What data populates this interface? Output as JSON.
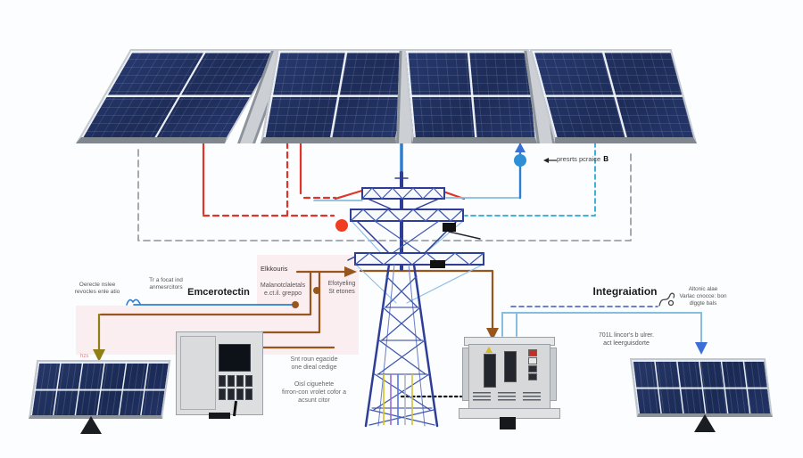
{
  "figure": {
    "type": "solar-grid-integration-diagram",
    "description": "Solar panel array connected through a transmission tower to cabinets and ground panels"
  },
  "colors": {
    "red": "#e03428",
    "blue": "#2d7fd0",
    "lightblue": "#85bede",
    "cyan": "#2aa7d8",
    "navydash": "#3a56c8",
    "brown": "#96561e",
    "olive": "#8f7f14",
    "graydash": "#9aa0a8",
    "towernavy": "#2e3e96",
    "towerblue": "#4059b0",
    "pink": "#fbeef1",
    "reddot": "#f03c20",
    "bluedot": "#2e8fd6",
    "arrowblue": "#3a6fd8"
  },
  "labels": {
    "marker_note": "presrts pcraice",
    "marker_note_b": "B",
    "left_note_a": [
      "Oerecte nslee",
      "revocles enle atio"
    ],
    "left_note_b": [
      "Tr a focat ind",
      "anmesrcitors"
    ],
    "emitter": "Emcerotectin",
    "elkkouris": "Elkkouris",
    "materials": [
      "Malanotclaletals",
      "e.ct.il. greppo"
    ],
    "etching": [
      "Efotyeling",
      "St etones"
    ],
    "note_mid": [
      "Snt roun egacide",
      "one dieal cedige"
    ],
    "note_mid2": [
      "Oisl ciguehete",
      "firron-con vrolet cofor a",
      "acsunt citor"
    ],
    "integration": "Integraiation",
    "atomic": [
      "Altonic alae",
      "Varlac cnocce: bon",
      "dlggte bals"
    ],
    "right_note": [
      "701L lincor's b ulrer.",
      "act leerguisdorte"
    ],
    "tiny_red": "hzs"
  },
  "icons": {
    "bracket": "bracket-icon",
    "squiggle": "squiggle-icon",
    "pointer": "pointer-dash-icon"
  }
}
